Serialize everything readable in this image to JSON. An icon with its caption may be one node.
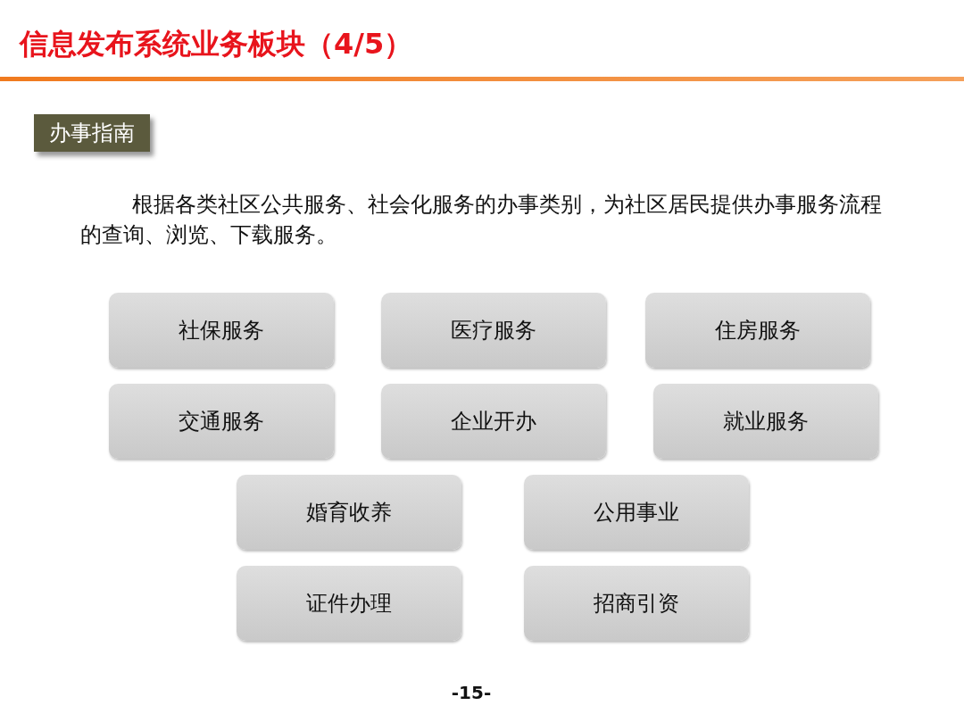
{
  "diagram": {
    "title": "信息发布系统业务板块（4/5）",
    "nodes": [
      {
        "text": [
          "办事指南"
        ]
      },
      {
        "text": [
          "社保服务"
        ]
      },
      {
        "text": [
          "医疗服务"
        ]
      },
      {
        "text": [
          "住房服务"
        ]
      },
      {
        "text": [
          "交通服务"
        ]
      },
      {
        "text": [
          "企业开办"
        ]
      },
      {
        "text": [
          "就业服务"
        ]
      },
      {
        "text": [
          "婚育收养"
        ]
      },
      {
        "text": [
          "公用事业"
        ]
      },
      {
        "text": [
          "证件办理"
        ]
      },
      {
        "text": [
          "招商引资"
        ]
      }
    ],
    "labels": [
      "根据各类社区公共服务、社会化服务的办事类别，为社区居民提供办事服务流程的查询、浏览、下载服务。",
      "-15-"
    ]
  }
}
